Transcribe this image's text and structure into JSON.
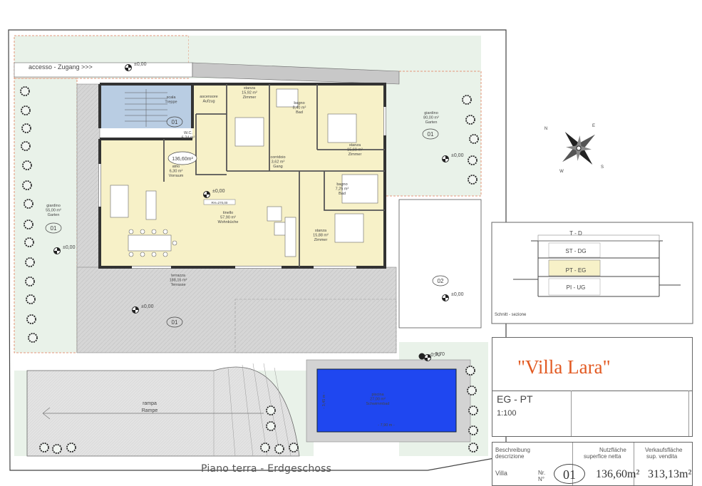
{
  "colors": {
    "garden": "#e9f2e9",
    "living": "#f7f1c8",
    "stairs": "#b9cde3",
    "terrace": "#d5d5d5",
    "pool": "#1f47f0",
    "accent": "#e25a22",
    "wall": "#333333"
  },
  "plan": {
    "caption": "Piano terra - Erdgeschoss",
    "access_label": "accesso - Zugang >>>",
    "ramp_label_it": "rampa",
    "ramp_label_de": "Rampe",
    "rooms": [
      {
        "key": "scala",
        "lines": [
          "scala",
          "Treppe"
        ]
      },
      {
        "key": "ascensore",
        "lines": [
          "ascensore",
          "Aufzug"
        ]
      },
      {
        "key": "stanza1",
        "lines": [
          "stanza",
          "15,92 m²",
          "Zimmer"
        ]
      },
      {
        "key": "bagno1",
        "lines": [
          "bagno",
          "8,40 m²",
          "Bad"
        ]
      },
      {
        "key": "stanza2",
        "lines": [
          "stanza",
          "15,69 m²",
          "Zimmer"
        ]
      },
      {
        "key": "giardino_ne",
        "lines": [
          "giardino",
          "80,00 m²",
          "Garten"
        ]
      },
      {
        "key": "wc",
        "lines": [
          "W.C.",
          "6,24 m²"
        ]
      },
      {
        "key": "atrio",
        "lines": [
          "atrio",
          "6,30 m²",
          "Vorraum"
        ]
      },
      {
        "key": "corridoio",
        "lines": [
          "corridoio",
          "3,62 m²",
          "Gang"
        ]
      },
      {
        "key": "bagno2",
        "lines": [
          "bagno",
          "7,25 m²",
          "Bad"
        ]
      },
      {
        "key": "giardino_w",
        "lines": [
          "giardino",
          "55,00 m²",
          "Garten"
        ]
      },
      {
        "key": "tinello",
        "lines": [
          "tinello",
          "57,90 m²",
          "Wohnküche"
        ]
      },
      {
        "key": "stanza3",
        "lines": [
          "stanza",
          "15,88 m²",
          "Zimmer"
        ]
      },
      {
        "key": "terrazza",
        "lines": [
          "terrazza",
          "188,16 m²",
          "Terrasse"
        ]
      },
      {
        "key": "piscina",
        "lines": [
          "piscina",
          "27,00 m²",
          "Schwimmbad"
        ]
      }
    ],
    "levels": [
      "±0,00",
      "±0,00",
      "±0,00",
      "±0,00",
      "±0,00",
      "±0,00",
      "±0,00",
      "-0,70"
    ],
    "tags": [
      "01",
      "01",
      "01",
      "01",
      "02"
    ],
    "area_tag": "136,60m²",
    "height_tag": "RH=270,00",
    "pool_width": "- 7,90 m -",
    "pool_depth": "- 3,45 m -",
    "compass": {
      "n": "N",
      "e": "E",
      "s": "S",
      "w": "W"
    }
  },
  "section": {
    "levels": [
      "T - D",
      "ST - DG",
      "PT - EG",
      "PI - UG"
    ],
    "caption": "Schnitt - sezione"
  },
  "titleblock": {
    "title": "\"Villa Lara\"",
    "code": "EG - PT",
    "scale": "1:100",
    "desc_h1": "Beschreibung",
    "desc_h2": "descrizione",
    "net_h1": "Nutzfläche",
    "net_h2": "superfice netta",
    "sale_h1": "Verkaufsfläche",
    "sale_h2": "sup. vendita",
    "name": "Villa",
    "nr1": "Nr.",
    "nr2": "N°",
    "number": "01",
    "net_area": "136,60m²",
    "sale_area": "313,13m²"
  }
}
